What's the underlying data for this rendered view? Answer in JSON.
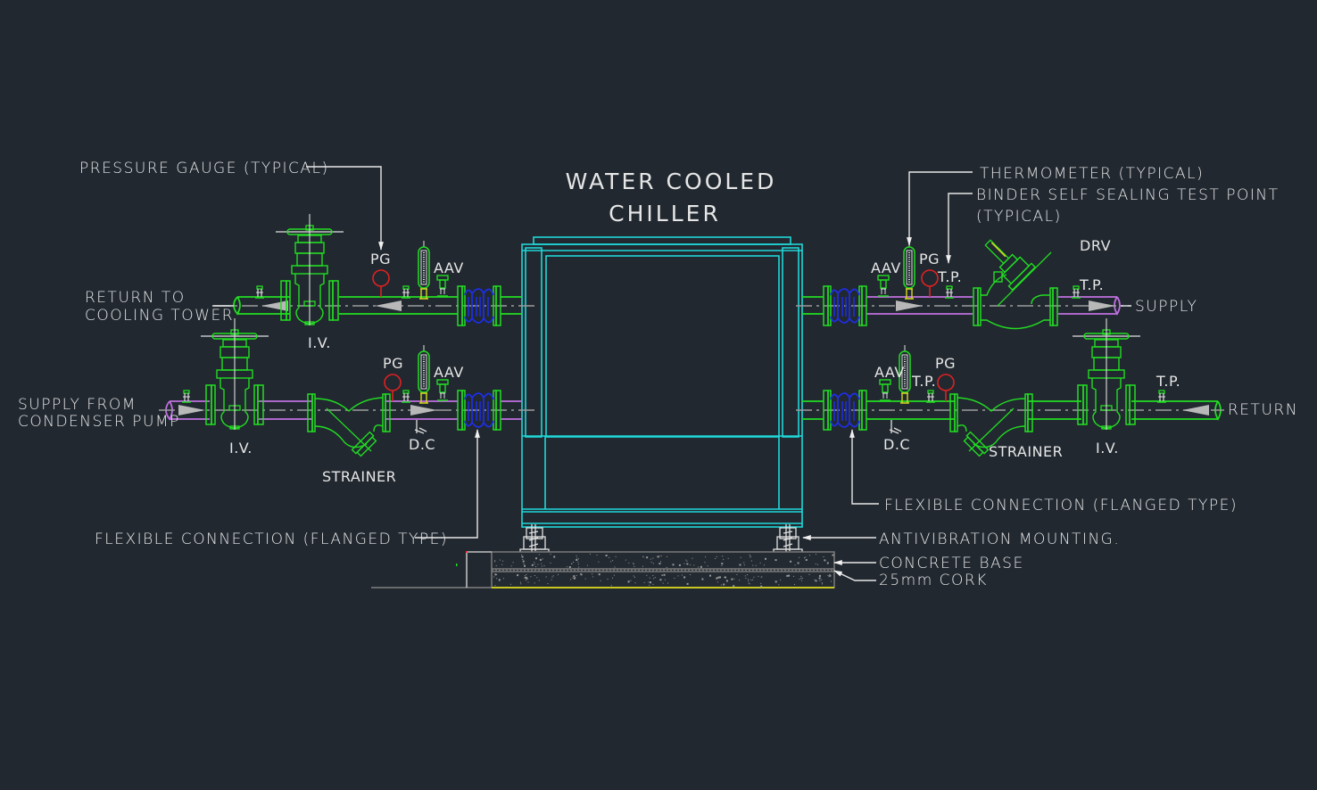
{
  "title": {
    "line1": "WATER COOLED",
    "line2": "CHILLER"
  },
  "callouts": {
    "pressure_gauge": "PRESSURE GAUGE (TYPICAL)",
    "thermometer": "THERMOMETER (TYPICAL)",
    "test_point_line1": "BINDER SELF SEALING TEST POINT",
    "test_point_line2": "(TYPICAL)",
    "flex_left": "FLEXIBLE CONNECTION (FLANGED TYPE)",
    "flex_right": "FLEXIBLE CONNECTION (FLANGED TYPE)",
    "antivibration": "ANTIVIBRATION MOUNTING.",
    "concrete_base": "CONCRETE BASE",
    "cork": "25mm CORK"
  },
  "pipes": {
    "return_to_tower_line1": "RETURN TO",
    "return_to_tower_line2": "COOLING TOWER",
    "supply_from_pump_line1": "SUPPLY FROM",
    "supply_from_pump_line2": "CONDENSER PUMP",
    "supply": "SUPPLY",
    "return": "RETURN"
  },
  "components": {
    "pg": "PG",
    "aav": "AAV",
    "iv": "I.V.",
    "strainer": "STRAINER",
    "dc": "D.C",
    "tp": "T.P.",
    "drv": "DRV"
  },
  "colors": {
    "background": "#212830",
    "valves": "#22dd22",
    "chiller": "#20d8d8",
    "flex_connector": "#1e2ee8",
    "pressure_gauge": "#dd2222",
    "supply_pipe": "#c070e0",
    "text": "#e6e6e6"
  }
}
